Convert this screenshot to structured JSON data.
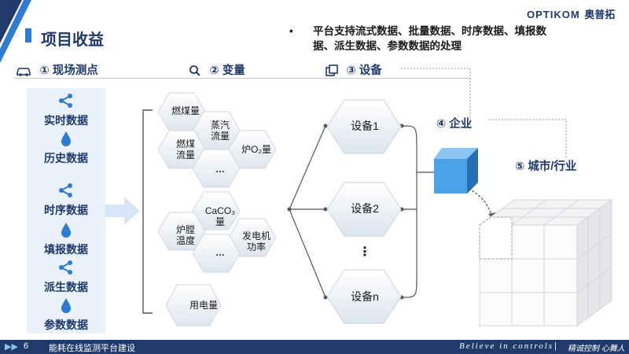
{
  "header": {
    "title": "项目收益",
    "logo_text": "OPTIKOM",
    "logo_cn": "奥普拓",
    "bullet": "平台支持流式数据、批量数据、时序数据、填报数据、派生数据、参数数据的处理"
  },
  "sections": {
    "s1": {
      "icon": "car-icon",
      "label": "① 现场测点"
    },
    "s2": {
      "icon": "search-icon",
      "label": "② 变量"
    },
    "s3": {
      "icon": "copy-icon",
      "label": "③ 设备"
    },
    "s4": {
      "label": "④ 企业"
    },
    "s5": {
      "label": "⑤ 城市/行业"
    }
  },
  "sidebar": {
    "items": [
      {
        "label": "实时数据",
        "icon": "share-icon"
      },
      {
        "label": "历史数据",
        "icon": "drop-icon"
      },
      {
        "label": "时序数据",
        "icon": "share-icon"
      },
      {
        "label": "填报数据",
        "icon": "drop-icon"
      },
      {
        "label": "派生数据",
        "icon": "share-icon"
      },
      {
        "label": "参数数据",
        "icon": "drop-icon"
      }
    ]
  },
  "variables": {
    "burn_coal": "燃煤量",
    "steam_flow": "蒸汽\n流量",
    "burn_flow": "燃煤\n流量",
    "o2": "炉O₂量",
    "dots1": "…",
    "caco3": "CaCO₃\n量",
    "furnace_temp": "炉膛\n温度",
    "gen_power": "发电机\n功率",
    "dots2": "…",
    "electricity": "用电量"
  },
  "devices": {
    "d1": "设备1",
    "d2": "设备2",
    "dots": "⋮",
    "dn": "设备n"
  },
  "footer": {
    "page": "6",
    "title": "能耗在线监测平台建设",
    "slogan": "Believe in controls",
    "sign": "精诚控制 心舞人"
  },
  "colors": {
    "primary": "#1f3a6b",
    "accent": "#2e7bd6",
    "cube": "#4aa3e8"
  }
}
